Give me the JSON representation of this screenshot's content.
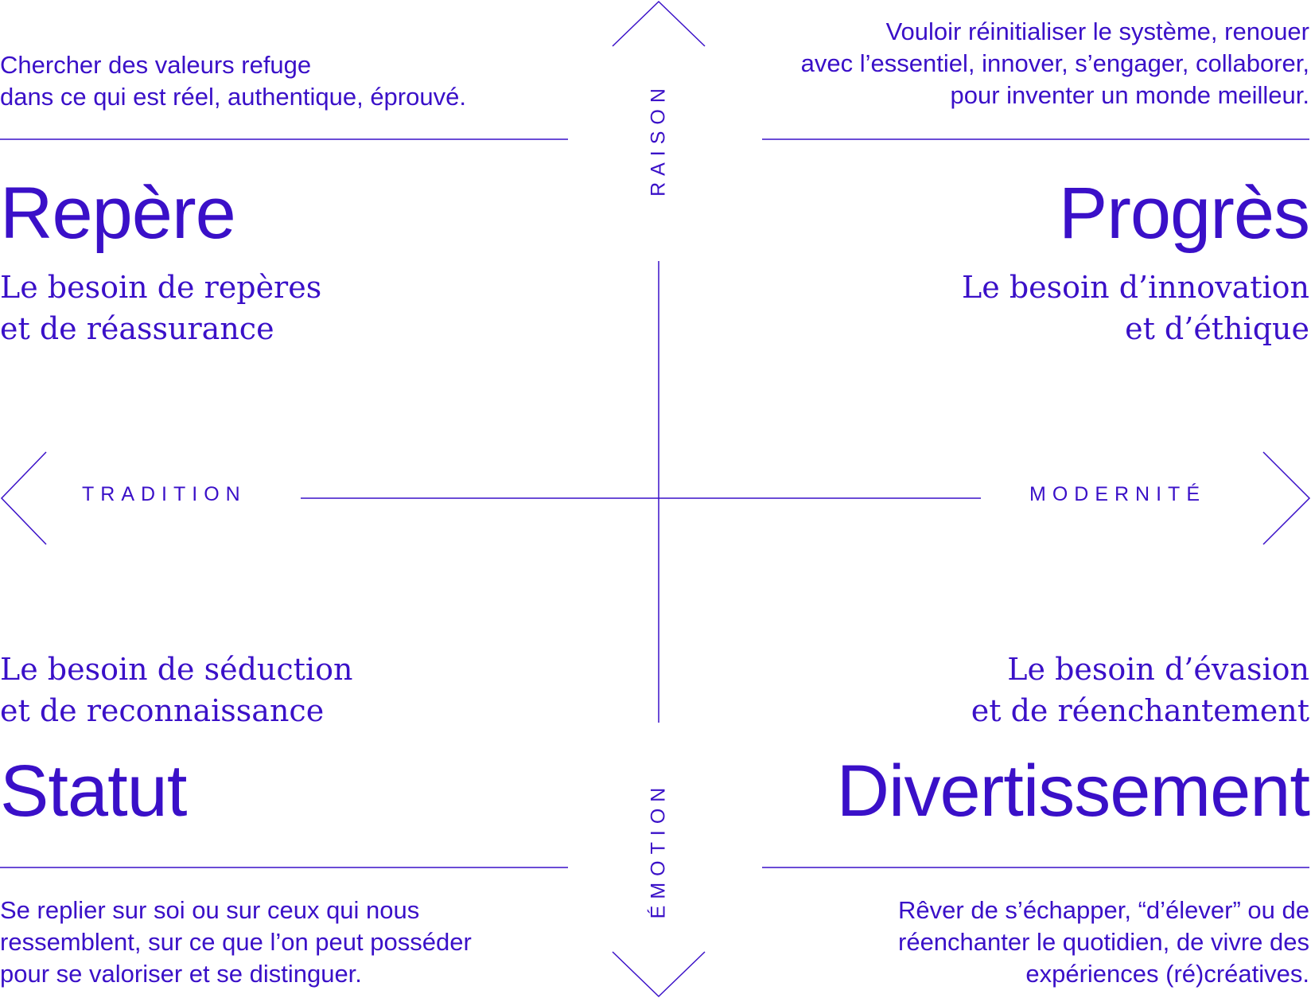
{
  "accent_color": "#3a10c8",
  "axes": {
    "top": "RAISON",
    "bottom": "ÉMOTION",
    "left": "TRADITION",
    "right": "MODERNITÉ"
  },
  "quadrants": {
    "top_left": {
      "description": "Chercher des valeurs refuge\ndans ce qui est réel, authentique, éprouvé.",
      "title": "Repère",
      "need": "Le besoin de repères\net de réassurance"
    },
    "top_right": {
      "description": "Vouloir réinitialiser le système, renouer\navec l’essentiel, innover, s’engager, collaborer,\npour inventer un monde meilleur.",
      "title": "Progrès",
      "need": "Le besoin d’innovation\net d’éthique"
    },
    "bottom_left": {
      "need": "Le besoin de séduction\net de reconnaissance",
      "title": "Statut",
      "description": "Se replier sur soi ou sur ceux qui nous\nressemblent, sur ce que l’on peut posséder\npour se valoriser et se distinguer."
    },
    "bottom_right": {
      "need": "Le besoin d’évasion\net de réenchantement",
      "title": "Divertissement",
      "description": "Rêver de s’échapper, “d’élever” ou de\nréenchanter le quotidien, de vivre des\nexpériences (ré)créatives."
    }
  }
}
